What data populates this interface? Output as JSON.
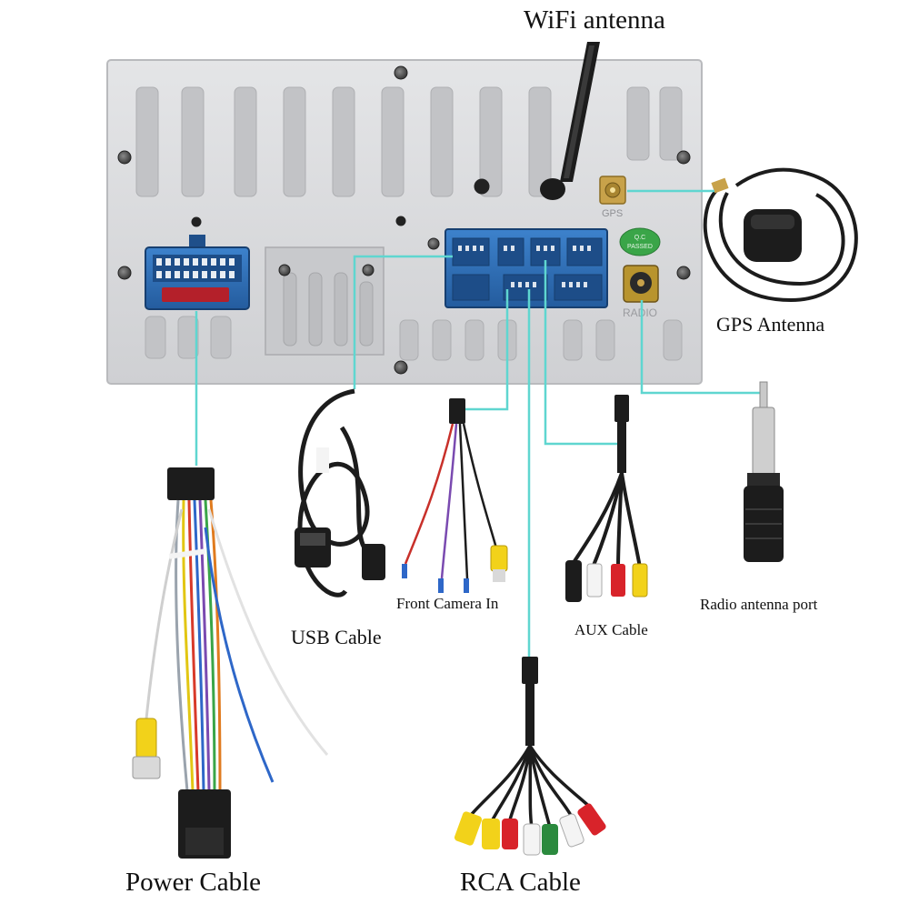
{
  "labels": {
    "wifi_antenna": "WiFi antenna",
    "gps_antenna": "GPS Antenna",
    "usb_cable": "USB Cable",
    "front_camera_in": "Front Camera In",
    "aux_cable": "AUX Cable",
    "radio_antenna_port": "Radio antenna port",
    "power_cable": "Power Cable",
    "rca_cable": "RCA Cable"
  },
  "panel_markings": {
    "gps": "GPS",
    "radio": "RADIO",
    "qc_line1": "Q.C",
    "qc_line2": "PASSED"
  },
  "colors": {
    "panel": "#d9dadc",
    "connector_blue": "#2f6fb8",
    "leader_line": "#5fd6d0",
    "cable_black": "#1c1c1c",
    "rca_yellow": "#f2d21a",
    "rca_red": "#d8232a",
    "rca_white": "#f4f4f4",
    "rca_green": "#2b8a3e",
    "qc_sticker": "#3aa548",
    "gold": "#c8a24a"
  }
}
